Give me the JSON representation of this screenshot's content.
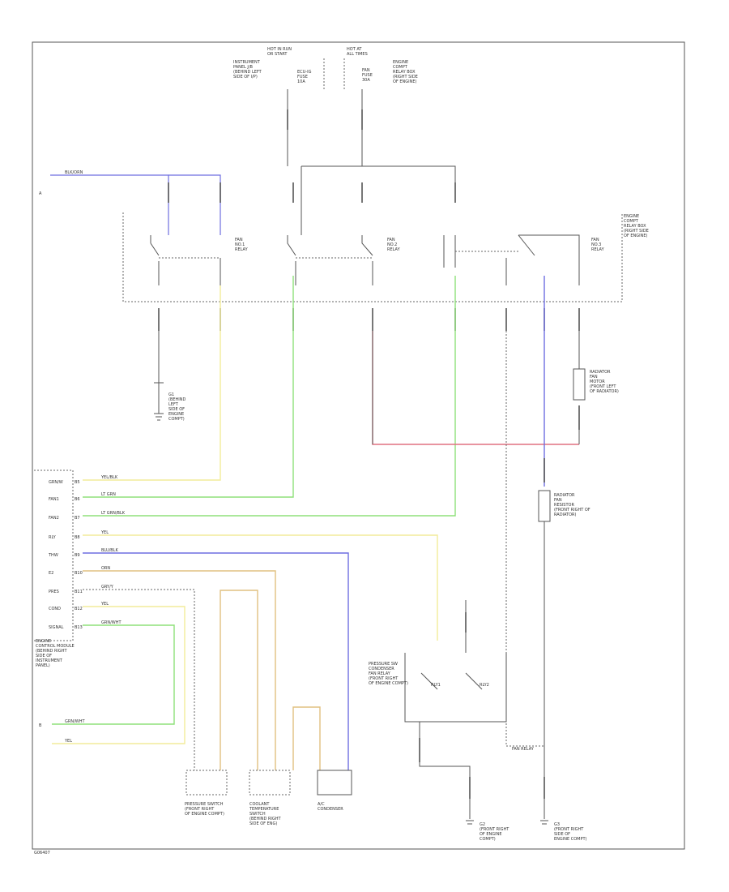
{
  "colors": {
    "frame": "#555555",
    "blue": "#6e6ee0",
    "green": "#8fe07a",
    "yellow": "#f2ec9a",
    "orange": "#e0c080",
    "red": "#e07080",
    "black": "#555555"
  },
  "icons": [
    "relay-switch-icon",
    "ground-icon",
    "motor-icon",
    "connector-icon"
  ],
  "labels": {
    "top_fuse_left": "HOT IN RUN\nOR START",
    "top_fuse_left_desc": "INSTRUMENT\nPANEL J/B\n(BEHIND LEFT\nSIDE OF I/P)",
    "top_fuse_left_fuse": "ECU-IG\nFUSE\n10A",
    "top_fuse_right": "HOT AT\nALL TIMES",
    "top_fuse_right_fuse": "FAN\nFUSE\n30A",
    "top_fuse_right_desc": "ENGINE\nCOMPT\nRELAY BOX\n(RIGHT SIDE\nOF ENGINE)",
    "blower_in": "BLK/ORN",
    "relay1": "FAN\nNO.1\nRELAY",
    "relay2": "FAN\nNO.2\nRELAY",
    "relay3": "FAN\nNO.3\nRELAY",
    "relay_box_right": "ENGINE\nCOMPT\nRELAY BOX\n(RIGHT SIDE\nOF ENGINE)",
    "ground_left": "G1\n(BEHIND\nLEFT\nSIDE OF\nENGINE\nCOMPT)",
    "resistor1": "RADIATOR\nFAN\nMOTOR\n(FRONT LEFT\nOF RADIATOR)",
    "resistor2": "RADIATOR\nFAN\nRESISTOR\n(FRONT RIGHT OF\nRADIATOR)",
    "ecm_title": "ENGINE\nCONTROL MODULE\n(BEHIND RIGHT\nSIDE OF\nINSTRUMENT\nPANEL)",
    "ecm_pins": [
      "GRN/W",
      "FAN1",
      "FAN2",
      "RLY",
      "THW",
      "E2",
      "PRES",
      "COND",
      "SIGNAL"
    ],
    "ecm_pin_nums": [
      "B5",
      "B6",
      "B7",
      "B8",
      "B9",
      "B10",
      "B11",
      "B12",
      "B13"
    ],
    "wires": [
      "YEL/BLK",
      "LT GRN",
      "LT GRN/BLK",
      "YEL",
      "BLU/BLK",
      "ORN",
      "GRY/Y",
      "YEL",
      "GRN/WHT"
    ],
    "bottom_left_wires": [
      "GRN/WHT",
      "YEL"
    ],
    "sensor1": "PRESSURE SWITCH\n(FRONT RIGHT\nOF ENGINE COMPT)",
    "sensor2": "COOLANT\nTEMPERATURE\nSWITCH\n(BEHIND RIGHT\nSIDE OF ENG)",
    "sensor3": "A/C\nCONDENSER",
    "condenser_relay": "PRESSURE SW\nCONDENSER\nFAN RELAY\n(FRONT RIGHT\nOF ENGINE COMPT)",
    "relay_inner_left": "RLY1",
    "relay_inner_right": "RLY2",
    "ground_bottom_mid": "G2\n(FRONT RIGHT\nOF ENGINE\nCOMPT)",
    "ground_bottom_right": "G3\n(FRONT RIGHT\nSIDE OF\nENGINE COMPT)",
    "fan_relay_label": "FAN RELAY",
    "small_text_a": "A",
    "small_text_b": "B",
    "footer": "G06407"
  }
}
